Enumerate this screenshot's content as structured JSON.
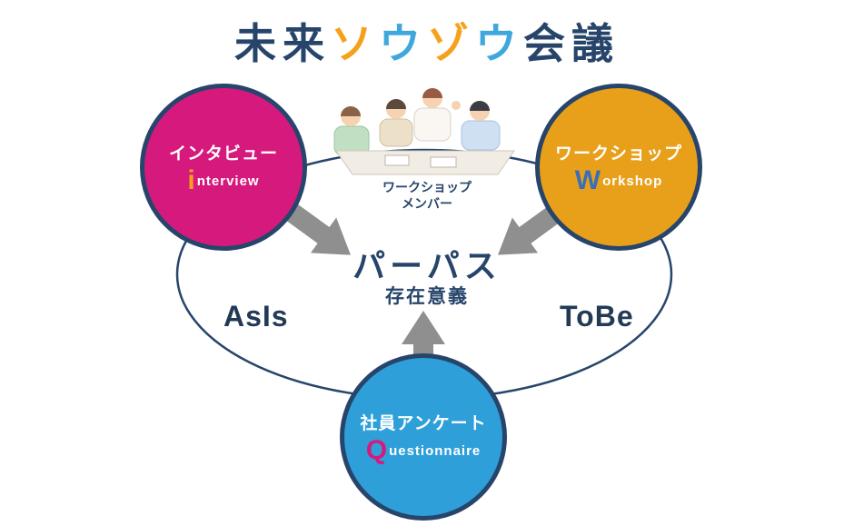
{
  "colors": {
    "navy": "#27456b",
    "magenta": "#d61a7d",
    "orange": "#e8a01b",
    "blue": "#2e9fd9",
    "arrow_gray": "#8f8f8f",
    "accent_orange": "#f5a11c",
    "accent_blue": "#3ea8dc",
    "workshop_initial_blue": "#3a6fb5"
  },
  "title": {
    "segments": [
      {
        "text": "未来",
        "color": "#27456b"
      },
      {
        "text": "ソ",
        "color": "#f5a11c"
      },
      {
        "text": "ウ",
        "color": "#3ea8dc"
      },
      {
        "text": "ゾ",
        "color": "#f5a11c"
      },
      {
        "text": "ウ",
        "color": "#3ea8dc"
      },
      {
        "text": "会議",
        "color": "#27456b"
      }
    ]
  },
  "circles": {
    "interview": {
      "jp": "インタビュー",
      "en_initial": "i",
      "en_rest": "nterview",
      "bg": "#d61a7d",
      "initial_color": "#f5a11c"
    },
    "workshop": {
      "jp": "ワークショップ",
      "en_initial": "W",
      "en_rest": "orkshop",
      "bg": "#e8a01b",
      "initial_color": "#3a6fb5"
    },
    "questionnaire": {
      "jp": "社員アンケート",
      "en_initial": "Q",
      "en_rest": "uestionnaire",
      "bg": "#2e9fd9",
      "initial_color": "#d61a7d"
    }
  },
  "center": {
    "members_line1": "ワークショップ",
    "members_line2": "メンバー",
    "purpose": "パーパス",
    "purpose_sub": "存在意義"
  },
  "ellipse_labels": {
    "left": "AsIs",
    "right": "ToBe"
  }
}
